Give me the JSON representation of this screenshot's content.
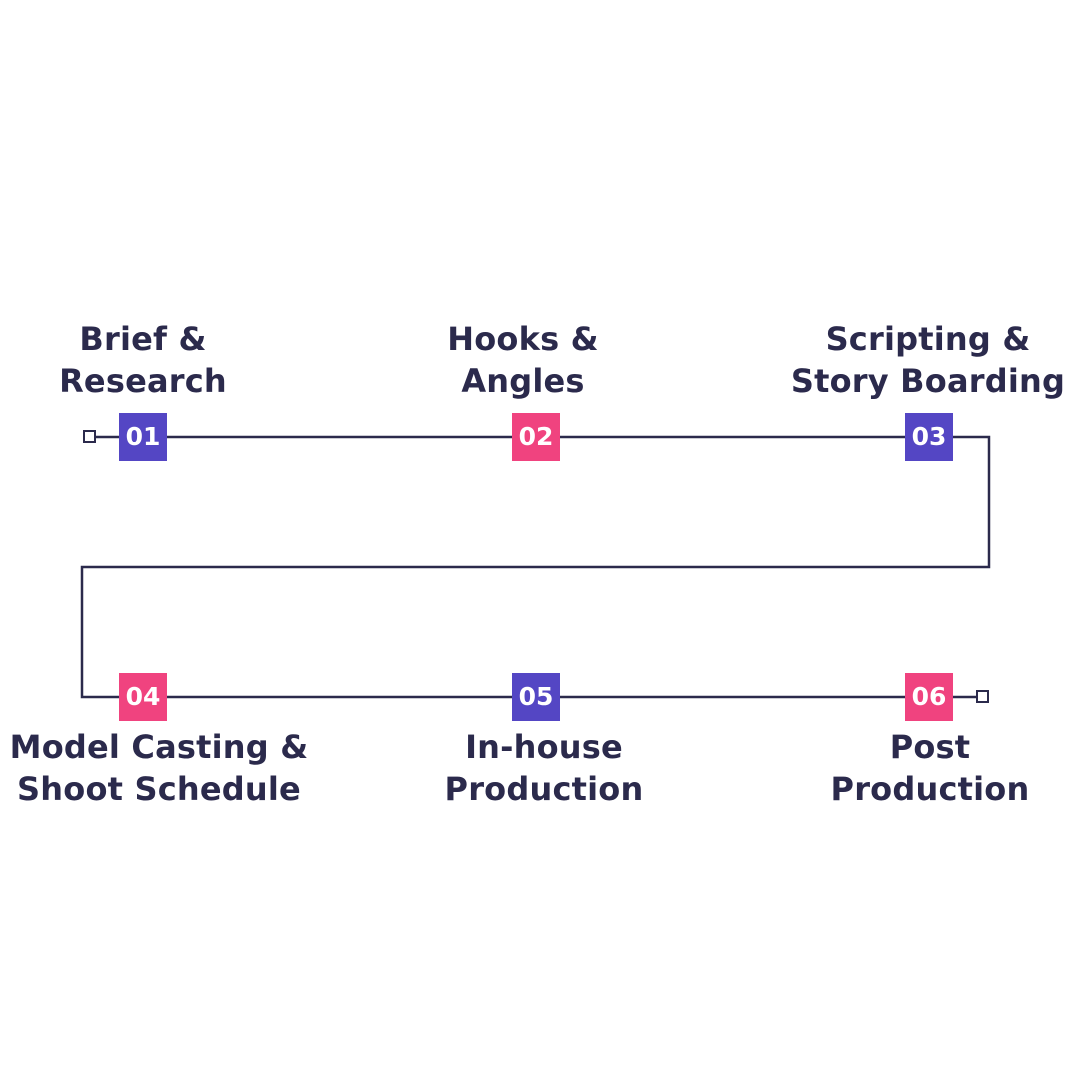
{
  "colors": {
    "line": "#2b2a4c",
    "text": "#2b2a4c",
    "purple": "#5446c4",
    "pink": "#f0437f"
  },
  "steps": [
    {
      "number": "01",
      "title_line1": "Brief &",
      "title_line2": "Research",
      "color": "#5446c4"
    },
    {
      "number": "02",
      "title_line1": "Hooks &",
      "title_line2": "Angles",
      "color": "#f0437f"
    },
    {
      "number": "03",
      "title_line1": "Scripting &",
      "title_line2": "Story Boarding",
      "color": "#5446c4"
    },
    {
      "number": "04",
      "title_line1": "Model Casting &",
      "title_line2": "Shoot Schedule",
      "color": "#f0437f"
    },
    {
      "number": "05",
      "title_line1": "In-house",
      "title_line2": "Production",
      "color": "#5446c4"
    },
    {
      "number": "06",
      "title_line1": "Post",
      "title_line2": "Production",
      "color": "#f0437f"
    }
  ]
}
